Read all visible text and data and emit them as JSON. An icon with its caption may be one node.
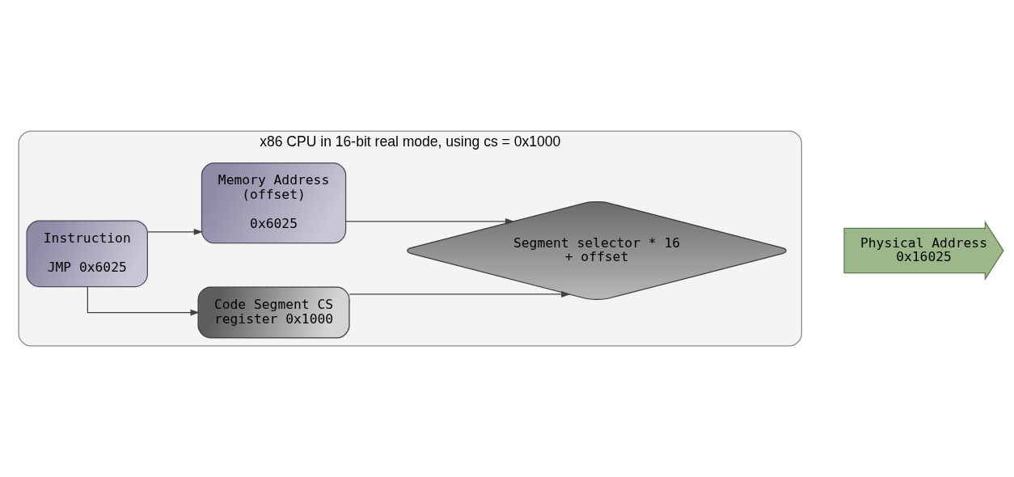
{
  "diagram": {
    "nodes": [
      {
        "text": [
          "x86 CPU in 16-bit real mode, using cs = 0x1000"
        ]
      },
      {
        "text": [
          "Instruction",
          "JMP 0x6025"
        ],
        "in": 0
      },
      {
        "text": [
          "Code Segment CS register 0x1000"
        ],
        "in": 0
      },
      {
        "text": [
          "Memory Address (offset)",
          "0x6025"
        ],
        "in": 0
      },
      {
        "text": [
          "Segment selector * 16 + offset"
        ],
        "in": 0
      },
      {
        "text": [
          "Physical Address 0x16025"
        ]
      }
    ],
    "edges": [
      {
        "from": 1,
        "to": 2,
        "arrow": "to"
      },
      {
        "from": 1,
        "to": 3,
        "arrow": "to"
      },
      {
        "from": 2,
        "to": 4,
        "arrow": "to"
      },
      {
        "from": 3,
        "to": 4,
        "arrow": "to"
      }
    ]
  }
}
